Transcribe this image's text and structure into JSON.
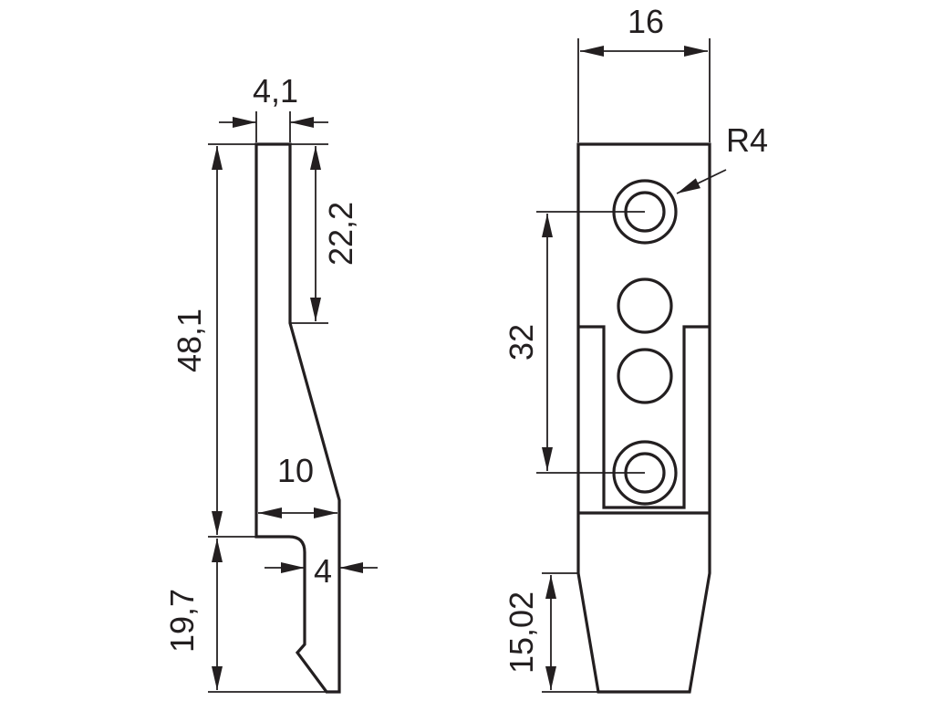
{
  "drawing": {
    "dimensions": {
      "thickness": "4,1",
      "upper_length": "22,2",
      "main_height": "48,1",
      "base_width": "10",
      "hook_depth": "4",
      "hook_height": "19,7",
      "front_width": "16",
      "hole_radius": "R4",
      "hole_spacing": "32",
      "taper_height": "15,02"
    },
    "colors": {
      "ink": "#231f20",
      "paper": "#ffffff"
    }
  }
}
